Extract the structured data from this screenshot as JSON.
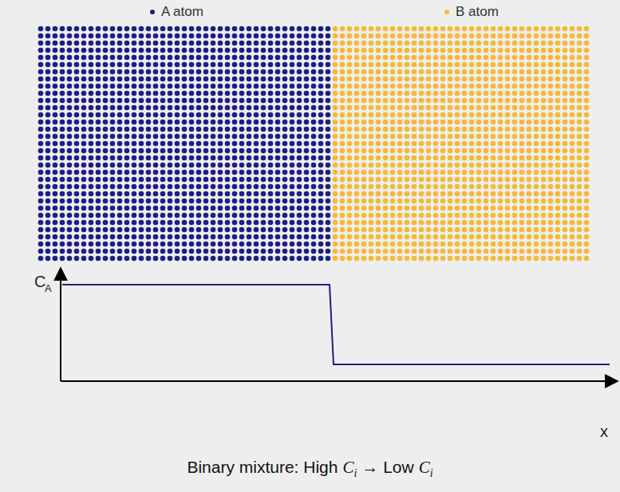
{
  "diagram": {
    "labels": [
      "C",
      "A",
      "x",
      "Binary mixture: High",
      "C",
      "i",
      "→ Low",
      "C",
      "i"
    ],
    "legend": [
      {
        "text": "A atom",
        "color": "#1c1f86"
      },
      {
        "text": "B atom",
        "color": "#f6b935"
      }
    ]
  }
}
